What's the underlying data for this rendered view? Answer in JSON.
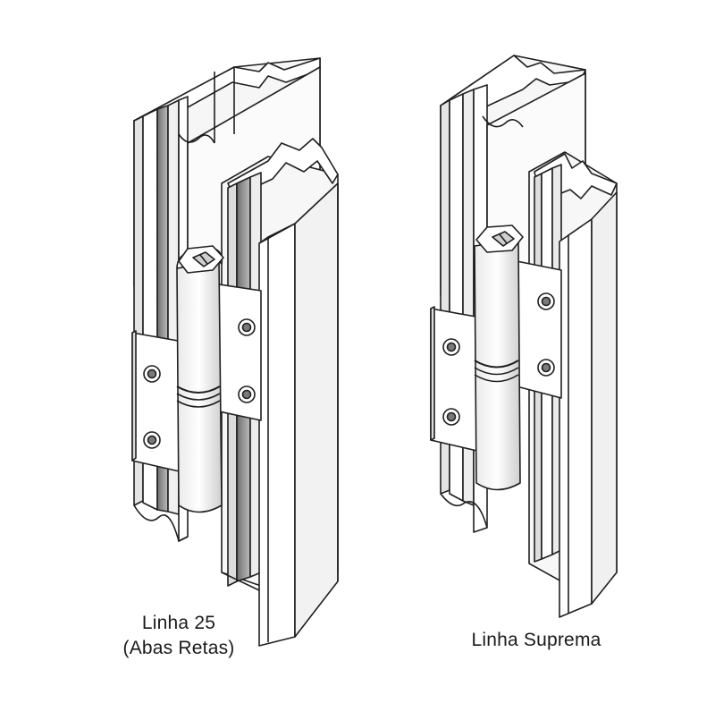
{
  "illustrations": [
    {
      "caption_line1": "Linha 25",
      "caption_line2": "(Abas Retas)"
    },
    {
      "caption_line1": "Linha Suprema"
    }
  ],
  "colors": {
    "background": "#ffffff",
    "line": "#1f1f1f",
    "metal_light": "#f4f4f4",
    "metal_mid": "#d9d9d9",
    "metal_dark": "#8c8c8c"
  }
}
